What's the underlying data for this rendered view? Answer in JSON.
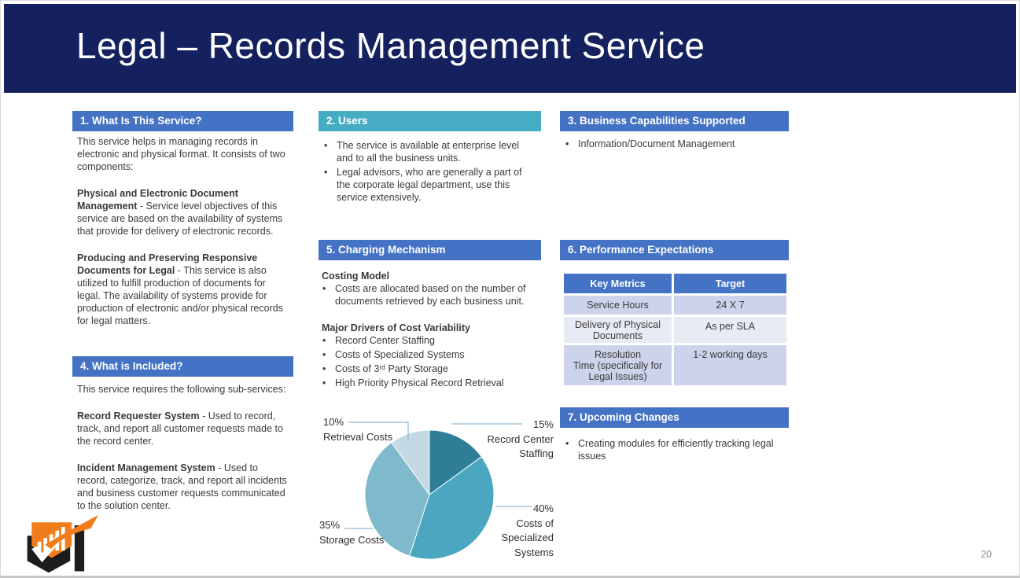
{
  "slide": {
    "title": "Legal – Records Management Service",
    "page_number": "20"
  },
  "colors": {
    "banner": "#14215E",
    "section_header_blue": "#4472C4",
    "section_header_teal": "#46ACC4",
    "table_header": "#4472C4",
    "table_row_dark": "#CCD3EA",
    "table_row_light": "#E9EBF4",
    "leader_line": "#8FB9CE",
    "logo_orange": "#F07D1A",
    "logo_black": "#1C1C1C"
  },
  "sections": {
    "s1": {
      "title": "1. What Is This Service?",
      "intro": "This service helps in managing records in electronic and physical format. It consists of two components:",
      "blocks": [
        {
          "bold": "Physical and Electronic Document Management",
          "text": " - Service level objectives of this service are based on the availability of systems that provide for delivery of electronic records."
        },
        {
          "bold": "Producing and Preserving Responsive Documents for Legal",
          "text": " - This service is also utilized to fulfill production of documents for legal. The availability of systems provide for production of electronic and/or physical records for legal matters."
        }
      ]
    },
    "s2": {
      "title": "2. Users",
      "bullets": [
        "The service is available at enterprise level and to all the business units.",
        "Legal advisors, who are generally a part of the corporate legal department, use this service extensively."
      ]
    },
    "s3": {
      "title": "3. Business Capabilities Supported",
      "bullets": [
        "Information/Document Management"
      ]
    },
    "s4": {
      "title": "4. What is Included?",
      "intro": "This service requires the following sub-services:",
      "blocks": [
        {
          "bold": "Record Requester System",
          "text": " - Used to record, track, and report all customer requests made to the record center."
        },
        {
          "bold": "Incident Management System",
          "text": " - Used to record, categorize, track, and report all incidents and business customer requests communicated to the solution center."
        }
      ]
    },
    "s5": {
      "title": "5. Charging Mechanism",
      "costing_heading": "Costing Model",
      "costing_bullets": [
        "Costs are allocated based on the number of documents retrieved by each business unit."
      ],
      "drivers_heading": "Major Drivers of Cost Variability",
      "drivers_bullets": [
        "Record Center Staffing",
        "Costs of Specialized Systems",
        "Costs of 3ʳᵈ Party Storage",
        "High Priority Physical Record Retrieval"
      ]
    },
    "s6": {
      "title": "6. Performance Expectations",
      "table": {
        "headers": [
          "Key Metrics",
          "Target"
        ],
        "rows": [
          {
            "metric": "Service Hours",
            "target": "24 X 7"
          },
          {
            "metric": "Delivery of Physical Documents",
            "target": "As per SLA"
          },
          {
            "metric": "Resolution\nTime (specifically for Legal Issues)",
            "target": "1-2 working days"
          }
        ]
      }
    },
    "s7": {
      "title": "7. Upcoming Changes",
      "bullets": [
        "Creating modules for efficiently tracking legal issues"
      ]
    }
  },
  "chart_data": {
    "type": "pie",
    "title": "",
    "start_angle_deg": -90,
    "direction": "clockwise",
    "legend_position": "callout-labels",
    "slices": [
      {
        "label": "Record Center Staffing",
        "value": 15,
        "pct_label": "15%",
        "color": "#2E7E97"
      },
      {
        "label": "Costs of Specialized Systems",
        "value": 40,
        "pct_label": "40%",
        "color": "#4BA6C0"
      },
      {
        "label": "Storage Costs",
        "value": 35,
        "pct_label": "35%",
        "color": "#7FB9CC"
      },
      {
        "label": "Retrieval Costs",
        "value": 10,
        "pct_label": "10%",
        "color": "#C3D9E3"
      }
    ]
  }
}
